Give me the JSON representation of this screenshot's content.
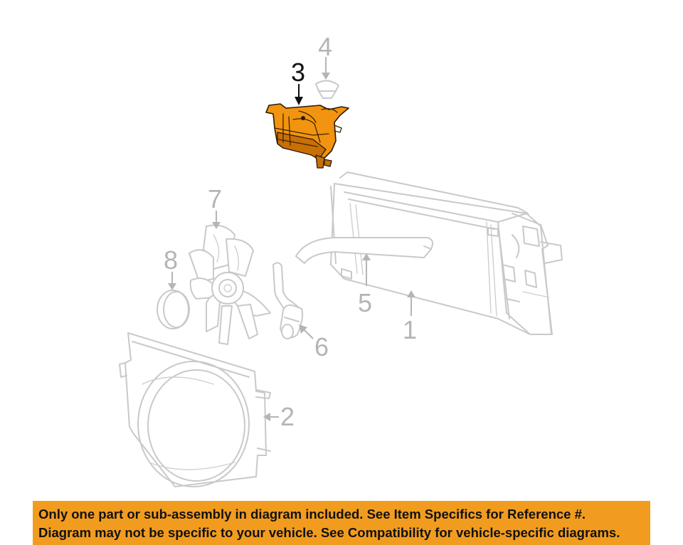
{
  "diagram": {
    "callouts": [
      {
        "number": "1",
        "part": "radiator"
      },
      {
        "number": "2",
        "part": "fan-shroud"
      },
      {
        "number": "3",
        "part": "coolant-reservoir",
        "highlighted": true
      },
      {
        "number": "4",
        "part": "reservoir-cap"
      },
      {
        "number": "5",
        "part": "upper-radiator-hose"
      },
      {
        "number": "6",
        "part": "lower-hose"
      },
      {
        "number": "7",
        "part": "fan-blade"
      },
      {
        "number": "8",
        "part": "fan-clutch"
      }
    ],
    "highlight_color": "#f29410",
    "line_color": "#c9c9c9"
  },
  "banner": {
    "line1": "Only one part or sub-assembly in diagram included. See Item Specifics for Reference #.",
    "line2": "Diagram may not be specific to your vehicle. See Compatibility for vehicle-specific diagrams.",
    "background": "#f29c1f"
  }
}
